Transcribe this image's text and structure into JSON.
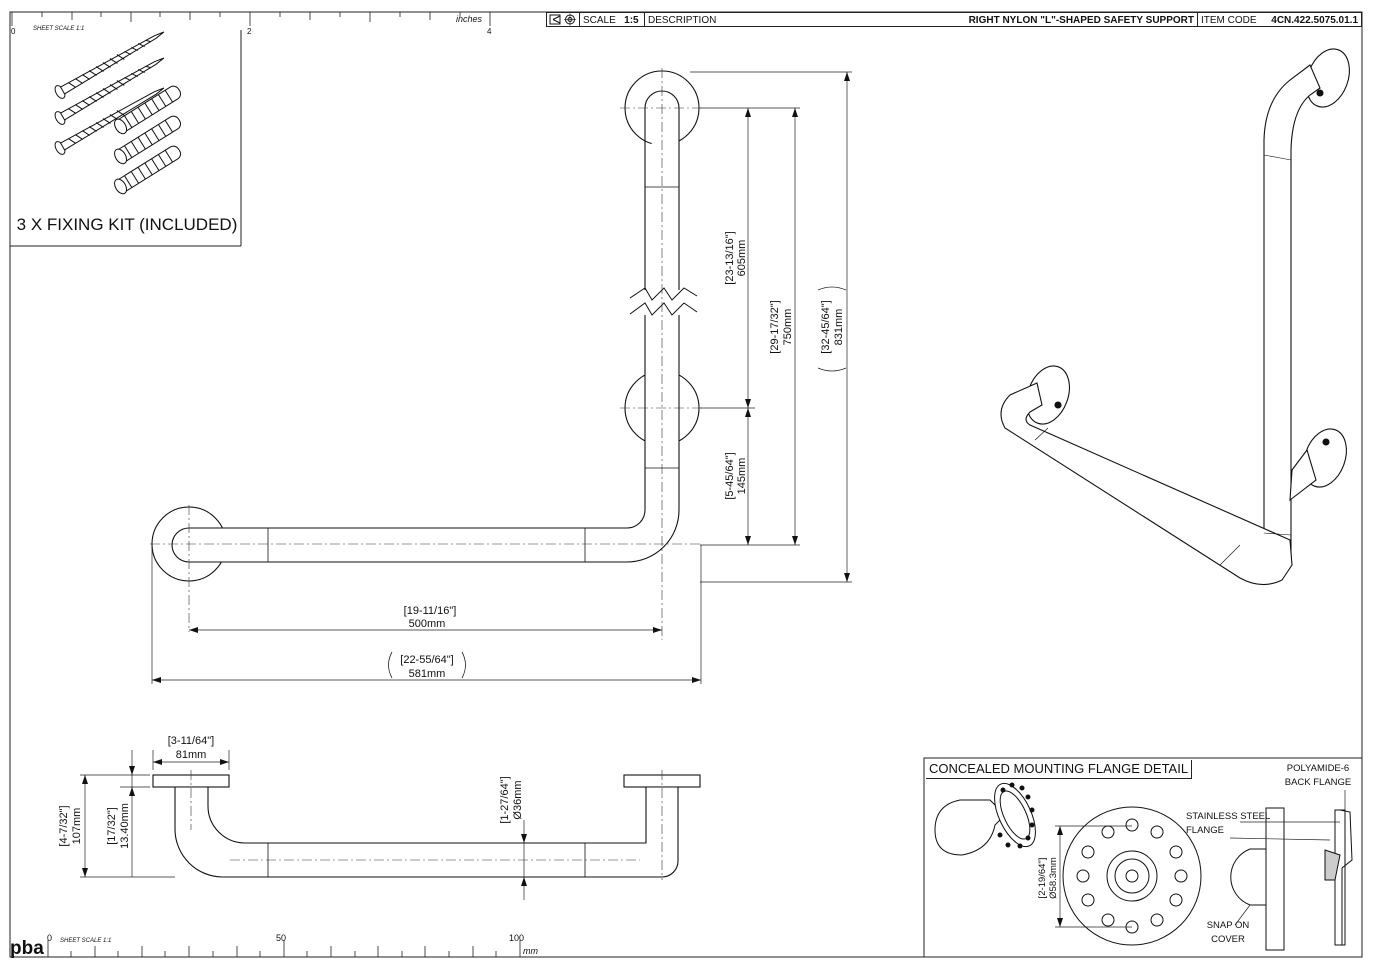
{
  "header": {
    "scale_label": "SCALE",
    "scale_value": "1:5",
    "description_label": "DESCRIPTION",
    "product_title": "RIGHT NYLON \"L\"-SHAPED SAFETY SUPPORT",
    "item_code_label": "ITEM CODE",
    "item_code": "4CN.422.5075.01.1"
  },
  "top_ruler": {
    "sheet_scale": "SHEET SCALE 1:1",
    "unit": "inches",
    "labels": [
      "0",
      "2",
      "4"
    ]
  },
  "bottom_ruler": {
    "sheet_scale": "SHEET SCALE 1:1",
    "unit": "mm",
    "labels": [
      "0",
      "50",
      "100"
    ],
    "logo_text": "pba"
  },
  "fixing_kit": {
    "label": "3 X FIXING KIT (INCLUDED)"
  },
  "front_view": {
    "dim_500_in": "[19-11/16\"]",
    "dim_500_mm": "500mm",
    "dim_581_in": "[22-55/64\"]",
    "dim_581_mm": "581mm",
    "dim_605_in": "[23-13/16\"]",
    "dim_605_mm": "605mm",
    "dim_750_in": "[29-17/32\"]",
    "dim_750_mm": "750mm",
    "dim_831_in": "[32-45/64\"]",
    "dim_831_mm": "831mm",
    "dim_145_in": "[5-45/64\"]",
    "dim_145_mm": "145mm"
  },
  "side_view": {
    "dim_81_in": "[3-11/64\"]",
    "dim_81_mm": "81mm",
    "dim_107_in": "[4-7/32\"]",
    "dim_107_mm": "107mm",
    "dim_13_in": "[17/32\"]",
    "dim_13_mm": "13.40mm",
    "dim_36_in": "[1-27/64\"]",
    "dim_36_mm": "Ø36mm"
  },
  "flange_detail": {
    "title": "CONCEALED MOUNTING FLANGE DETAIL",
    "callout_polyamide_1": "POLYAMIDE-6",
    "callout_polyamide_2": "BACK FLANGE",
    "callout_steel_1": "STAINLESS STEEL",
    "callout_steel_2": "FLANGE",
    "callout_snap_1": "SNAP ON",
    "callout_snap_2": "COVER",
    "dim_in": "[2-19/64\"]",
    "dim_mm": "Ø58.3mm"
  }
}
